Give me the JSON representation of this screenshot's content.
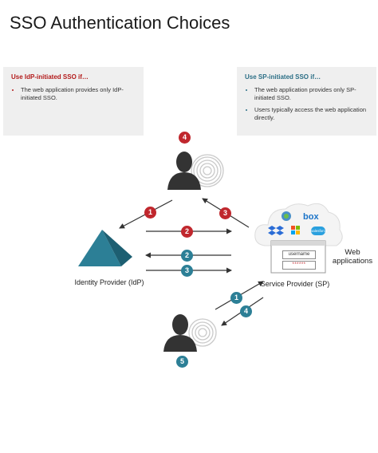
{
  "title": "SSO Authentication Choices",
  "idp_box": {
    "heading": "Use IdP-initiated SSO if…",
    "bullets": [
      "The web application provides only IdP-initiated SSO."
    ]
  },
  "sp_box": {
    "heading": "Use SP-initiated SSO if…",
    "bullets": [
      "The web application provides only SP-initiated SSO.",
      "Users typically access the web application directly."
    ]
  },
  "labels": {
    "idp": "Identity Provider (IdP)",
    "sp": "Service Provider (SP)",
    "web_apps": "Web applications"
  },
  "login_form": {
    "username": "username",
    "password": "******"
  },
  "app_logos": {
    "box": "box",
    "salesforce": "salesforce"
  },
  "badges": {
    "top_user": "4",
    "bottom_user": "5",
    "arrow_1_red": "1",
    "arrow_2_red": "2",
    "arrow_3_red": "3",
    "arrow_2_teal": "2",
    "arrow_3_teal": "3",
    "arrow_1_teal": "1",
    "arrow_4_teal": "4"
  },
  "colors": {
    "idp_accent": "#c0272d",
    "sp_accent": "#2c7f96",
    "panel": "#efefef"
  }
}
